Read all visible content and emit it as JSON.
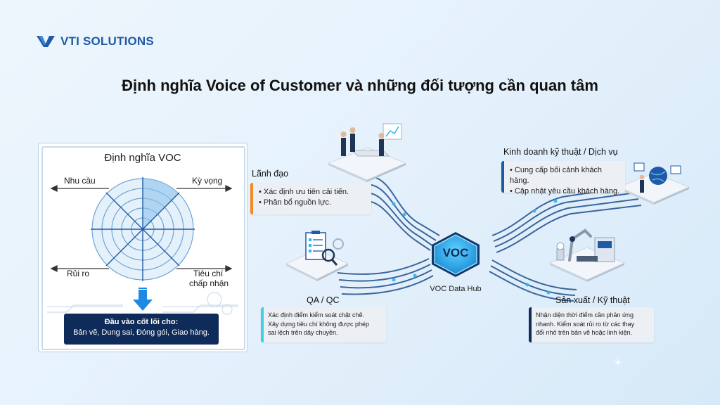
{
  "logo": {
    "text": "VTI SOLUTIONS"
  },
  "title": "Định nghĩa Voice of Customer và những đối tượng cần quan tâm",
  "voc_panel": {
    "heading": "Định nghĩa VOC",
    "top_left": "Nhu cầu",
    "top_right": "Kỳ vọng",
    "bottom_left": "Rủi ro",
    "bottom_right_line1": "Tiêu chí",
    "bottom_right_line2": "chấp nhận",
    "core_title": "Đầu vào cốt lõi cho:",
    "core_text": "Bản vẽ, Dung sai, Đóng gói, Giao hàng."
  },
  "hub": {
    "label": "VOC",
    "caption": "VOC Data Hub"
  },
  "stakeholders": {
    "leadership": {
      "name": "Lãnh đạo",
      "points": [
        "• Xác định ưu tiên cải tiến.",
        "• Phân bổ nguồn lực."
      ]
    },
    "sales": {
      "name": "Kinh doanh kỹ thuật / Dịch vụ",
      "points": [
        "• Cung cấp bối cảnh khách hàng.",
        "• Cập nhật yêu cầu khách hàng."
      ]
    },
    "qa": {
      "name": "QA / QC",
      "lines": [
        "Xác định điểm kiểm soát chặt chẽ.",
        "Xây dựng tiêu chí không được phép",
        "sai lệch trên dây chuyền."
      ]
    },
    "production": {
      "name": "Sản xuất / Kỹ thuật",
      "lines": [
        "Nhận diện thời điểm cần phản ứng",
        "nhanh. Kiểm soát rủi ro từ các thay",
        "đổi nhỏ trên bản vẽ hoặc linh kiện."
      ]
    }
  },
  "colors": {
    "brand": "#1e5aa8",
    "hub": "#29b6f6",
    "leadership_accent": "#f08a24",
    "sales_accent": "#1e5aa8",
    "qa_accent": "#3fd0e0",
    "production_accent": "#0e2b59",
    "circuit": "#1e4e8c"
  }
}
